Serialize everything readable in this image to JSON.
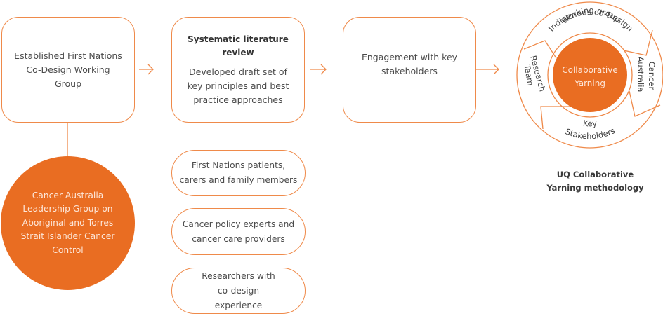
{
  "colors": {
    "accent": "#e96d22",
    "border": "#ef8a4a",
    "text": "#4a4a4a",
    "circle_text": "#fde6d8"
  },
  "steps": [
    {
      "title": "",
      "text": "Established First Nations Co-Design Working Group"
    },
    {
      "title": "Systematic literature review",
      "text": "Developed draft set of key principles and best practice approaches"
    },
    {
      "title": "",
      "text": "Engagement with key stakeholders"
    }
  ],
  "leadership_group": "Cancer Australia Leadership Group on Aboriginal and Torres Strait Islander Cancer Control",
  "stakeholders": [
    "First Nations patients, carers and family members",
    "Cancer policy experts and cancer care providers",
    "Researchers with co-design experience"
  ],
  "yarning": {
    "center": "Collaborative Yarning",
    "center_lines": [
      "Collaborative",
      "Yarning"
    ],
    "segments": {
      "top_line1": "Indigenous co-Design",
      "top_line2": "Working group",
      "right_line1": "Cancer",
      "right_line2": "Australia",
      "bottom_line1": "Key",
      "bottom_line2": "Stakeholders",
      "left_line1": "Research",
      "left_line2": "Team"
    },
    "caption_line1": "UQ Collaborative",
    "caption_line2": "Yarning methodology"
  },
  "icons": {
    "arrow": "arrow-right-icon"
  }
}
